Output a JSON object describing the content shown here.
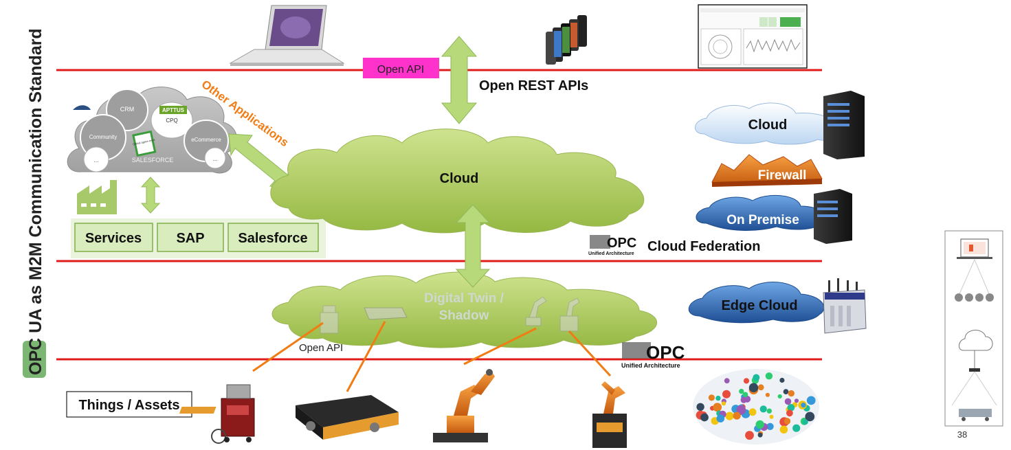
{
  "side_title": {
    "highlight": "OPC",
    "rest": " UA as M2M Communication Standard"
  },
  "open_api_top": "Open API",
  "open_rest_apis": "Open REST APIs",
  "other_applications": "Other Applications",
  "salesforce_cloud": {
    "crm": "CRM",
    "apttus": "APTTUS",
    "cpq": "CPQ",
    "community": "Community",
    "ecommerce": "eCommerce",
    "salesforce": "SALESFORCE",
    "dots": "...",
    "doc_badge": "Global agree-ment"
  },
  "buttons": {
    "services": "Services",
    "sap": "SAP",
    "salesforce": "Salesforce"
  },
  "cloud_main": "Cloud",
  "digital_twin": "Digital Twin / Shadow",
  "open_api_bottom": "Open API",
  "right_stack": {
    "cloud": "Cloud",
    "firewall": "Firewall",
    "on_premise": "On Premise",
    "edge_cloud": "Edge Cloud"
  },
  "opc_logo": {
    "mark": "OPC",
    "sub": "Unified Architecture"
  },
  "cloud_federation": "Cloud Federation",
  "things_assets": "Things / Assets",
  "page_number": "38",
  "colors": {
    "red_line": "#e01b1b",
    "cloud_green": "#a9c95b",
    "arrow_green": "#b7d97a",
    "magenta": "#ff33cc",
    "orange": "#f07c13",
    "blue_cloud": "#2a69b8",
    "grey_cloud": "#b8b8b8",
    "firewall_red": "#e54a1c",
    "button_green": "#d9ecbd",
    "side_badge": "#7bb673"
  }
}
